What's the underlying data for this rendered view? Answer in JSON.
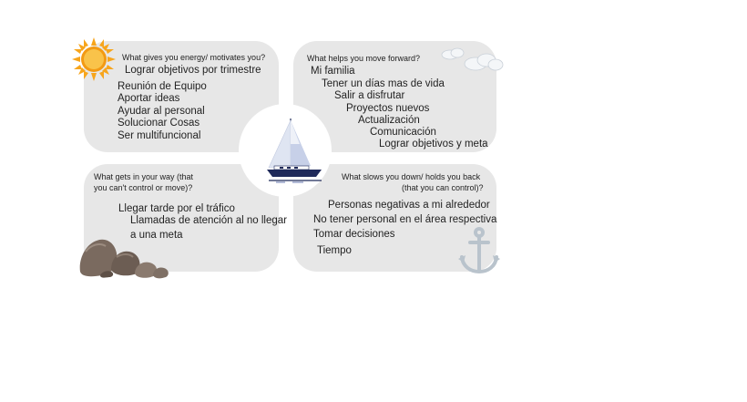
{
  "quadrants": {
    "top_left": {
      "heading": "What gives you energy/ motivates you?",
      "items": [
        "Lograr objetivos por trimestre",
        "Reunión de Equipo",
        "Aportar ideas",
        "Ayudar al personal",
        "Solucionar Cosas",
        "Ser multifuncional"
      ]
    },
    "top_right": {
      "heading": "What helps you move forward?",
      "items": [
        "Mi familia",
        "Tener un días mas de vida",
        "Salir a disfrutar",
        "Proyectos nuevos",
        "Actualización",
        "Comunicación",
        "Lograr objetivos y meta"
      ]
    },
    "bottom_left": {
      "heading_line1": "What gets in your way (that",
      "heading_line2": "you can't control or move)?",
      "items": [
        "Llegar tarde por el tráfico",
        "Llamadas de atención al no llegar",
        "a una meta"
      ]
    },
    "bottom_right": {
      "heading_line1": "What slows you down/ holds you back",
      "heading_line2": "(that you can control)?",
      "items": [
        "Personas negativas a mi alrededor",
        "No tener personal en el área respectiva",
        "Tomar decisiones",
        "Tiempo"
      ]
    }
  },
  "icons": [
    "sun-icon",
    "clouds-icon",
    "sailboat-icon",
    "rocks-icon",
    "anchor-icon"
  ],
  "colors": {
    "quadrant_bg": "#e7e7e7",
    "sun": "#f7a51c",
    "boat_hull": "#1f2a5a",
    "anchor": "#b9c3cc",
    "rock": "#7a6a5f"
  }
}
